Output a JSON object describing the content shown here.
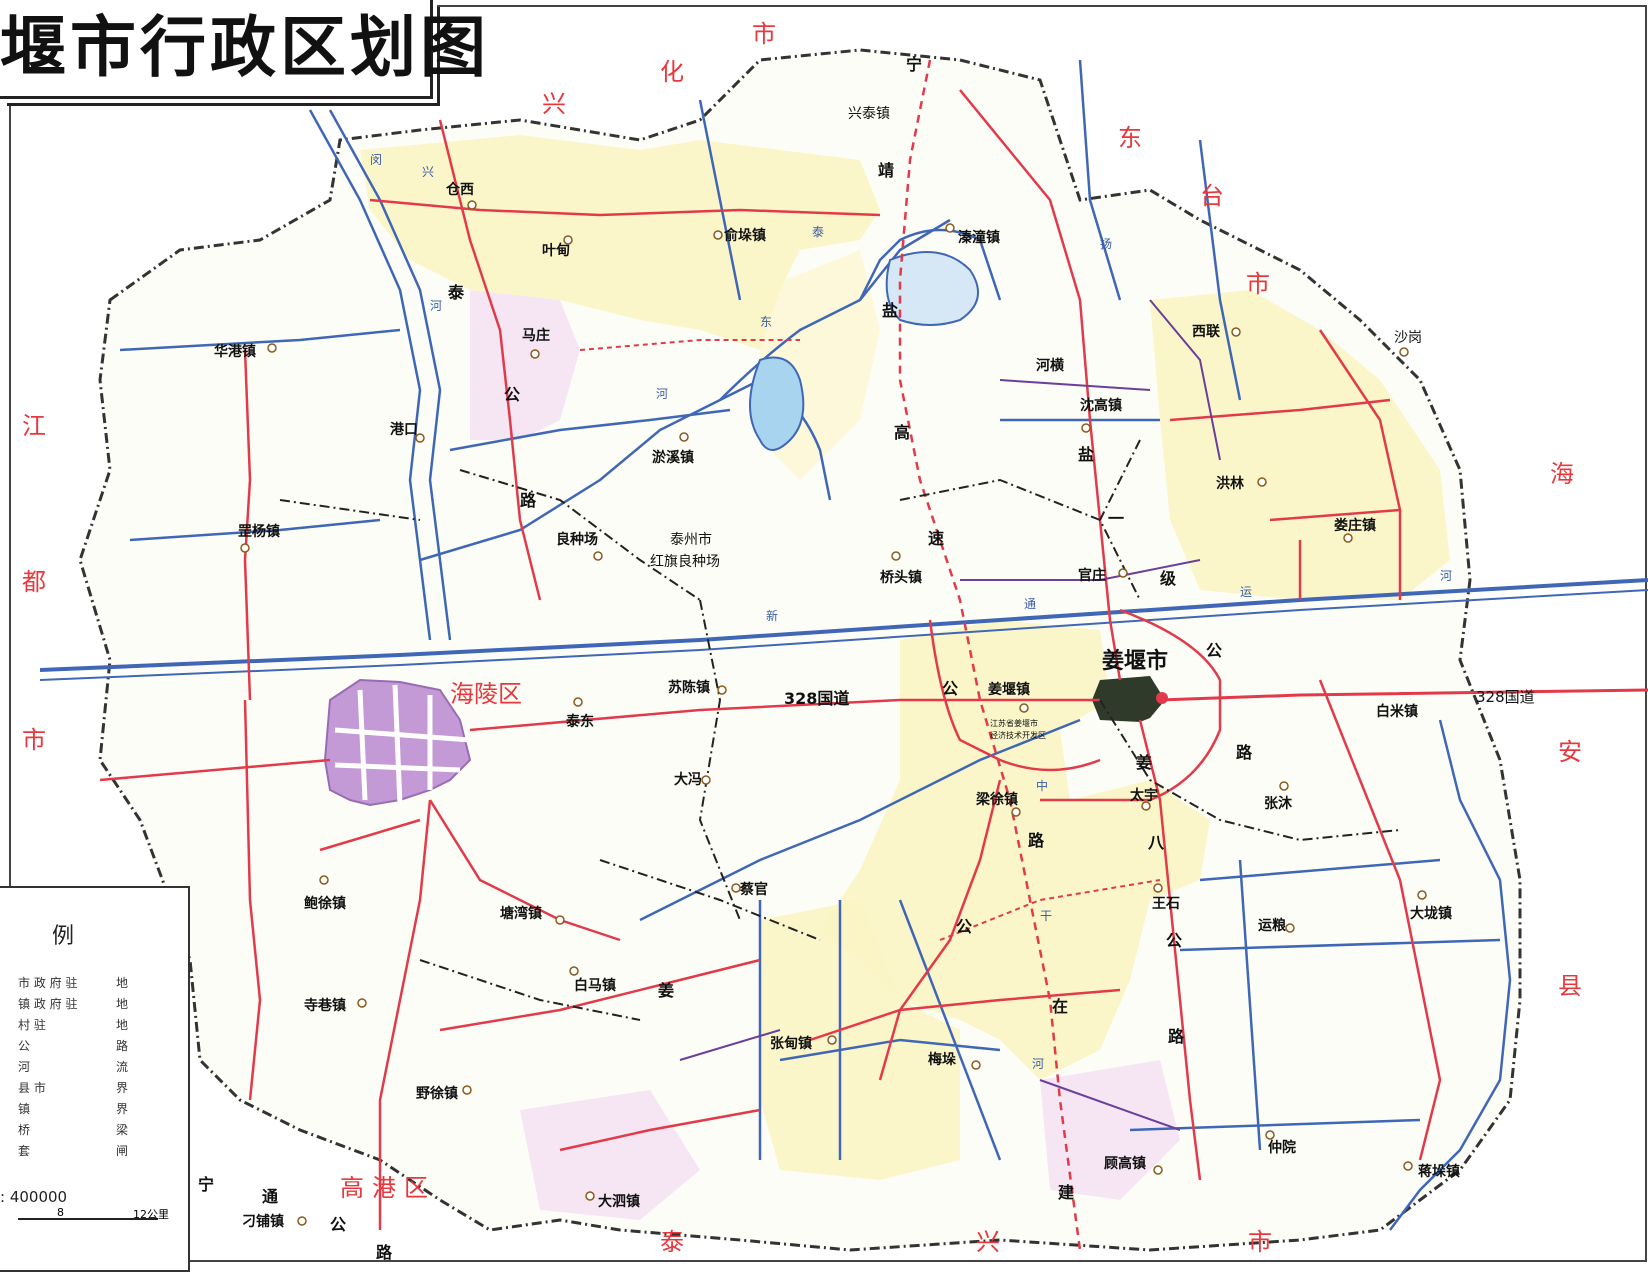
{
  "title": "堰市行政区划图",
  "colors": {
    "zone_yellow": "#fbf5c4",
    "zone_pink": "#f6e6f4",
    "urban_purple": "#c39ad6",
    "city_core": "#2f3a2b",
    "river_blue": "#3f67b5",
    "road_red": "#e23a4a",
    "boundary": "#333333",
    "label_red": "#e8383d"
  },
  "legend": {
    "title": "例",
    "rows": [
      {
        "left": "市 政 府 驻",
        "right": "地"
      },
      {
        "left": "镇 政 府 驻",
        "right": "地"
      },
      {
        "left": "村      驻",
        "right": "地"
      },
      {
        "left": "公",
        "right": "路"
      },
      {
        "left": "河",
        "right": "流"
      },
      {
        "left": "县      市",
        "right": "界"
      },
      {
        "left": "镇",
        "right": "界"
      },
      {
        "left": "桥",
        "right": "梁"
      },
      {
        "left": "套",
        "right": "闸"
      }
    ],
    "scale": ": 400000",
    "scale_mark_8": "8",
    "scale_mark_12": "12公里"
  },
  "neighbors": [
    {
      "id": "xinghua",
      "chars": [
        "兴",
        "化",
        "市"
      ]
    },
    {
      "id": "dongtai",
      "chars": [
        "东",
        "台",
        "市"
      ]
    },
    {
      "id": "jiangdu",
      "chars": [
        "江",
        "都",
        "市"
      ]
    },
    {
      "id": "haian",
      "chars": [
        "海",
        "安",
        "县"
      ]
    },
    {
      "id": "taixing",
      "chars": [
        "泰",
        "兴",
        "市"
      ]
    }
  ],
  "districts": {
    "hailing": "海陵区",
    "gaogang": "高港区"
  },
  "city": {
    "name": "姜堰市",
    "sub_note_1": "江苏省姜堰市",
    "sub_note_2": "经济技术开发区"
  },
  "towns": [
    {
      "id": "cangxi",
      "name": "仓西"
    },
    {
      "id": "yedian",
      "name": "叶甸"
    },
    {
      "id": "yuduo",
      "name": "俞垛镇"
    },
    {
      "id": "qintong",
      "name": "溱潼镇"
    },
    {
      "id": "xingtai",
      "name": "兴泰镇"
    },
    {
      "id": "huagang",
      "name": "华港镇"
    },
    {
      "id": "mazhuang",
      "name": "马庄"
    },
    {
      "id": "xilian",
      "name": "西联"
    },
    {
      "id": "shagang",
      "name": "沙岗"
    },
    {
      "id": "heng",
      "name": "河横"
    },
    {
      "id": "shengao",
      "name": "沈高镇"
    },
    {
      "id": "gangkou",
      "name": "港口"
    },
    {
      "id": "youxi",
      "name": "淤溪镇"
    },
    {
      "id": "honglin",
      "name": "洪林"
    },
    {
      "id": "louzhuang",
      "name": "娄庄镇"
    },
    {
      "id": "luoyang",
      "name": "罡杨镇"
    },
    {
      "id": "liangzhong",
      "name": "良种场"
    },
    {
      "id": "taizhou_hq1",
      "name": "泰州市"
    },
    {
      "id": "taizhou_hq2",
      "name": "红旗良种场"
    },
    {
      "id": "qiaotou",
      "name": "桥头镇"
    },
    {
      "id": "guanzhuang",
      "name": "官庄"
    },
    {
      "id": "suchen",
      "name": "苏陈镇"
    },
    {
      "id": "jiangyan_town",
      "name": "姜堰镇"
    },
    {
      "id": "baimi",
      "name": "白米镇"
    },
    {
      "id": "taidong",
      "name": "泰东"
    },
    {
      "id": "dalun_tmp",
      "name": "大冯"
    },
    {
      "id": "liangxu",
      "name": "梁徐镇"
    },
    {
      "id": "taiyu",
      "name": "太宇"
    },
    {
      "id": "zhangmu",
      "name": "张沐"
    },
    {
      "id": "caiguan",
      "name": "蔡官"
    },
    {
      "id": "baoxu",
      "name": "鲍徐镇"
    },
    {
      "id": "tangwan",
      "name": "塘湾镇"
    },
    {
      "id": "wangshi",
      "name": "王石"
    },
    {
      "id": "yunliang",
      "name": "运粮"
    },
    {
      "id": "dalun",
      "name": "大垅镇"
    },
    {
      "id": "baima",
      "name": "白马镇"
    },
    {
      "id": "sixiang",
      "name": "寺巷镇"
    },
    {
      "id": "zhangdian",
      "name": "张甸镇"
    },
    {
      "id": "meiduo",
      "name": "梅垛"
    },
    {
      "id": "yexu",
      "name": "野徐镇"
    },
    {
      "id": "zhongyuan",
      "name": "仲院"
    },
    {
      "id": "gugao",
      "name": "顾高镇"
    },
    {
      "id": "jiangduo",
      "name": "蒋垛镇"
    },
    {
      "id": "dasi",
      "name": "大泗镇"
    },
    {
      "id": "diaopu",
      "name": "刁铺镇"
    }
  ],
  "roads": {
    "g328_a": "328国道",
    "g328_b": "328国道",
    "tai_road": [
      "泰",
      "公",
      "路"
    ],
    "yan_road": [
      "宁",
      "靖",
      "盐",
      "高",
      "速",
      "公"
    ],
    "jiang_ba_road": [
      "姜",
      "八",
      "路"
    ],
    "jiang_huang_road": [
      "姜",
      "公",
      "路"
    ],
    "ning_road": [
      "宁",
      "通",
      "公",
      "路"
    ],
    "sui_road": [
      "盐",
      "路"
    ],
    "yi_road": [
      "一",
      "级",
      "公"
    ],
    "qi_road": [
      "公",
      "路",
      "在",
      "建"
    ]
  },
  "rivers": [
    "闵",
    "兴",
    "河",
    "泰",
    "东",
    "河",
    "新",
    "通",
    "扬",
    "运",
    "河",
    "中",
    "干",
    "河"
  ]
}
